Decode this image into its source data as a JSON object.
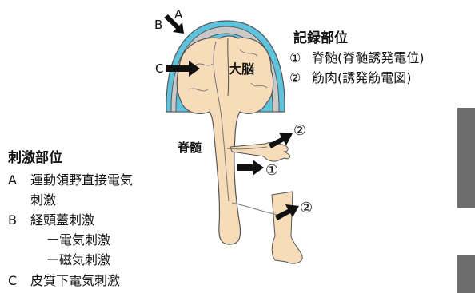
{
  "colors": {
    "tissue": "#f6dcb8",
    "skull": "#c9c9c9",
    "scalp": "#5ec3dc",
    "outline": "#555555",
    "arrow": "#111111",
    "photo": "#6d6d6d"
  },
  "recording": {
    "title": "記録部位",
    "items": [
      {
        "marker": "①",
        "text": "脊髄(脊髄誘発電位)"
      },
      {
        "marker": "②",
        "text": "筋肉(誘発筋電図)"
      }
    ]
  },
  "stimulation": {
    "title": "刺激部位",
    "items": [
      {
        "marker": "A",
        "text": "運動領野直接電気"
      },
      {
        "marker": "",
        "text": "刺激"
      },
      {
        "marker": "B",
        "text": "経頭蓋刺激"
      },
      {
        "marker": "",
        "text": "ー電気刺激"
      },
      {
        "marker": "",
        "text": "ー磁気刺激"
      },
      {
        "marker": "C",
        "text": "皮質下電気刺激"
      }
    ]
  },
  "diagram": {
    "brain_label": "大脳",
    "spinal_label": "脊髄",
    "letter_a": "A",
    "letter_b": "B",
    "letter_c": "C",
    "marker_1": "①",
    "marker_2": "②"
  }
}
